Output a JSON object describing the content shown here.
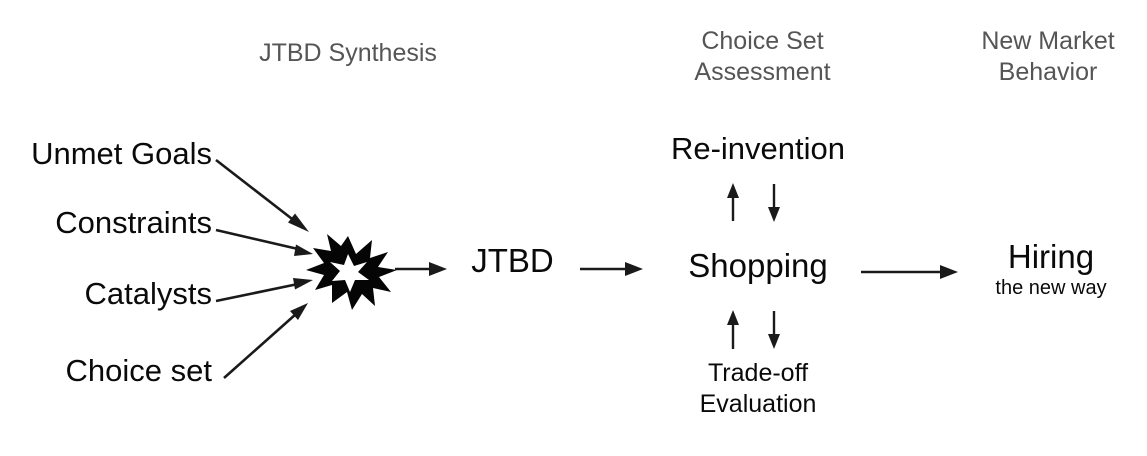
{
  "diagram": {
    "title": "JTBD Synthesis to New Market Behavior flow",
    "colors": {
      "background": "#ffffff",
      "text": "#0a0a0a",
      "stage_header": "#555555",
      "arrow": "#1a1a1a",
      "burst": "#050505"
    }
  },
  "stage_headers": [
    {
      "id": "jtbd-synthesis",
      "label": "JTBD Synthesis"
    },
    {
      "id": "choice-set-assessment",
      "label": "Choice Set\nAssessment"
    },
    {
      "id": "new-market-behavior",
      "label": "New Market\nBehavior"
    }
  ],
  "inputs": [
    {
      "id": "unmet-goals",
      "label": "Unmet Goals"
    },
    {
      "id": "constraints",
      "label": "Constraints"
    },
    {
      "id": "catalysts",
      "label": "Catalysts"
    },
    {
      "id": "choice-set",
      "label": "Choice set"
    }
  ],
  "nodes": {
    "burst": {
      "icon": "starburst-icon",
      "label": ""
    },
    "jtbd": {
      "label": "JTBD"
    },
    "reinvention": {
      "label": "Re-invention"
    },
    "shopping": {
      "label": "Shopping"
    },
    "tradeoff": {
      "label": "Trade-off\nEvaluation"
    },
    "outcome": {
      "main": "Hiring",
      "sub": "the new way"
    }
  },
  "connectors": [
    {
      "id": "unmet-goals-to-burst",
      "from": "unmet-goals",
      "to": "burst",
      "direction": "right-down"
    },
    {
      "id": "constraints-to-burst",
      "from": "constraints",
      "to": "burst",
      "direction": "right-down"
    },
    {
      "id": "catalysts-to-burst",
      "from": "catalysts",
      "to": "burst",
      "direction": "right-up"
    },
    {
      "id": "choice-set-to-burst",
      "from": "choice-set",
      "to": "burst",
      "direction": "right-up"
    },
    {
      "id": "burst-to-jtbd",
      "from": "burst",
      "to": "jtbd",
      "direction": "right"
    },
    {
      "id": "jtbd-to-shopping",
      "from": "jtbd",
      "to": "shopping",
      "direction": "right"
    },
    {
      "id": "shopping-to-reinvention",
      "from": "shopping",
      "to": "reinvention",
      "direction": "up"
    },
    {
      "id": "reinvention-to-shopping",
      "from": "reinvention",
      "to": "shopping",
      "direction": "down"
    },
    {
      "id": "tradeoff-to-shopping",
      "from": "tradeoff",
      "to": "shopping",
      "direction": "up"
    },
    {
      "id": "shopping-to-tradeoff",
      "from": "shopping",
      "to": "tradeoff",
      "direction": "down"
    },
    {
      "id": "shopping-to-outcome",
      "from": "shopping",
      "to": "outcome",
      "direction": "right"
    }
  ]
}
